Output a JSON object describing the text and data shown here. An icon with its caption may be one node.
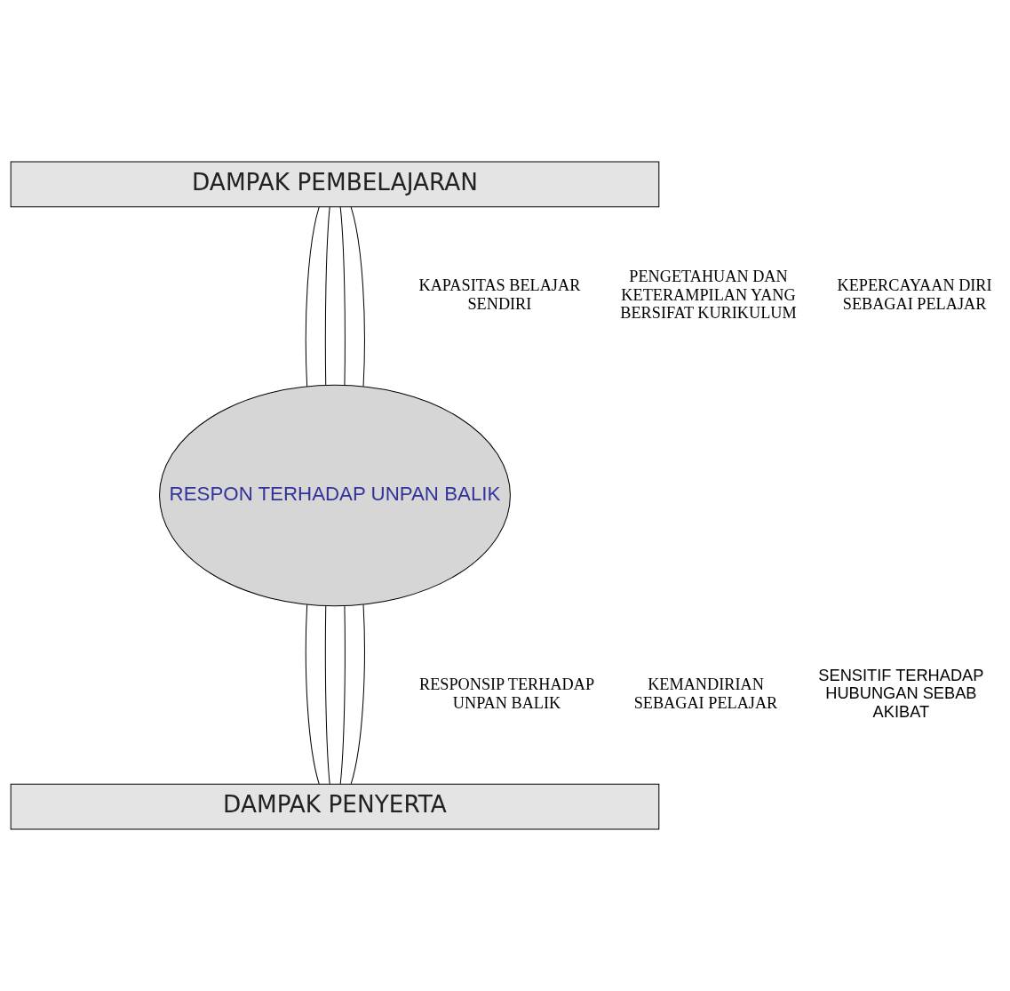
{
  "diagram": {
    "nodes": [
      {
        "text": [
          "DAMPAK PEMBELAJARAN"
        ]
      },
      {
        "text": [
          "RESPON TERHADAP UNPAN BALIK"
        ]
      },
      {
        "text": [
          "DAMPAK PENYERTA"
        ]
      }
    ],
    "edges": [
      {
        "from": 0,
        "to": 1,
        "arrow": "none"
      },
      {
        "from": 0,
        "to": 1,
        "arrow": "none"
      },
      {
        "from": 0,
        "to": 1,
        "arrow": "none"
      },
      {
        "from": 0,
        "to": 1,
        "arrow": "none"
      },
      {
        "from": 1,
        "to": 2,
        "arrow": "none"
      },
      {
        "from": 1,
        "to": 2,
        "arrow": "none"
      },
      {
        "from": 1,
        "to": 2,
        "arrow": "none"
      },
      {
        "from": 1,
        "to": 2,
        "arrow": "none"
      }
    ],
    "labels": [
      "KAPASITAS BELAJAR SENDIRI",
      "PENGETAHUAN DAN KETERAMPILAN YANG BERSIFAT KURIKULUM",
      "KEPERCAYAAN DIRI SEBAGAI PELAJAR",
      "RESPONSIP TERHADAP UNPAN BALIK",
      "KEMANDIRIAN SEBAGAI PELAJAR",
      "SENSITIF TERHADAP HUBUNGAN SEBAB AKIBAT"
    ]
  }
}
